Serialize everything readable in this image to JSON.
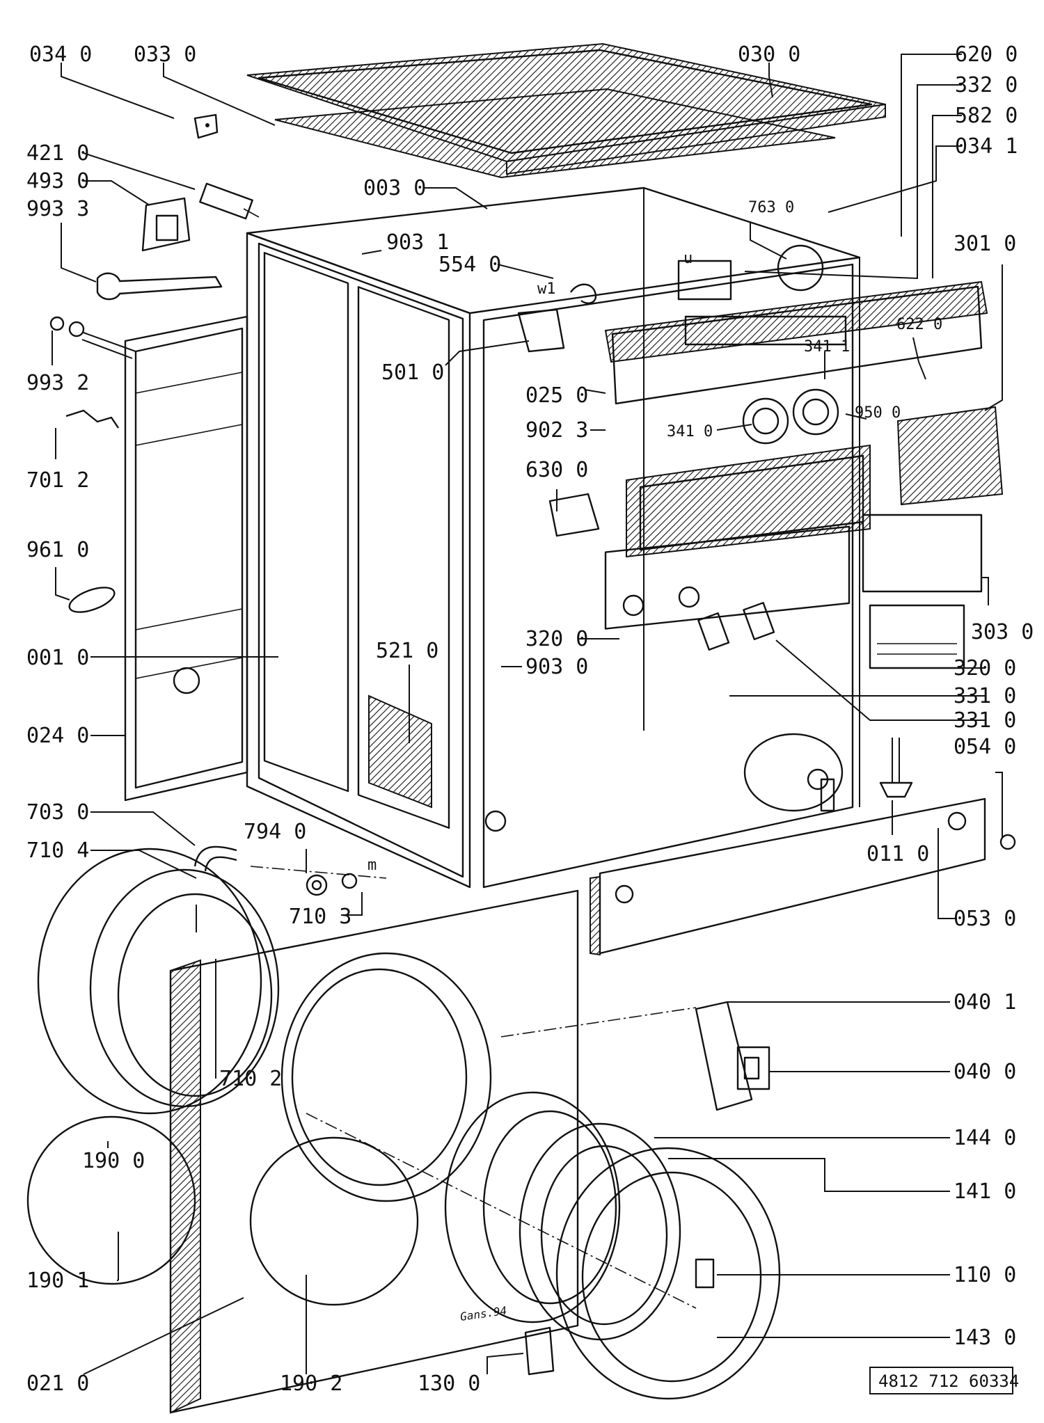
{
  "diagram": {
    "part_labels": [
      "034 0",
      "033 0",
      "030 0",
      "620 0",
      "332 0",
      "582 0",
      "034 1",
      "421 0",
      "493 0",
      "993 3",
      "003 0",
      "903 1",
      "554 0",
      "763 0",
      "301 0",
      "993 2",
      "501 0",
      "025 0",
      "622 0",
      "341 1",
      "950 0",
      "701 2",
      "902 3",
      "341 0",
      "630 0",
      "961 0",
      "303 0",
      "001 0",
      "521 0",
      "320 0",
      "903 0",
      "320 0",
      "331 0",
      "331 0",
      "024 0",
      "054 0",
      "703 0",
      "794 0",
      "710 4",
      "011 0",
      "710 3",
      "053 0",
      "040 1",
      "710 2",
      "040 0",
      "144 0",
      "190 0",
      "141 0",
      "190 1",
      "110 0",
      "143 0",
      "021 0",
      "190 2",
      "130 0"
    ],
    "small_marks": [
      "w1",
      "m",
      "u"
    ],
    "signature": "Gans.94",
    "doc_number": "4812 712 60334"
  }
}
